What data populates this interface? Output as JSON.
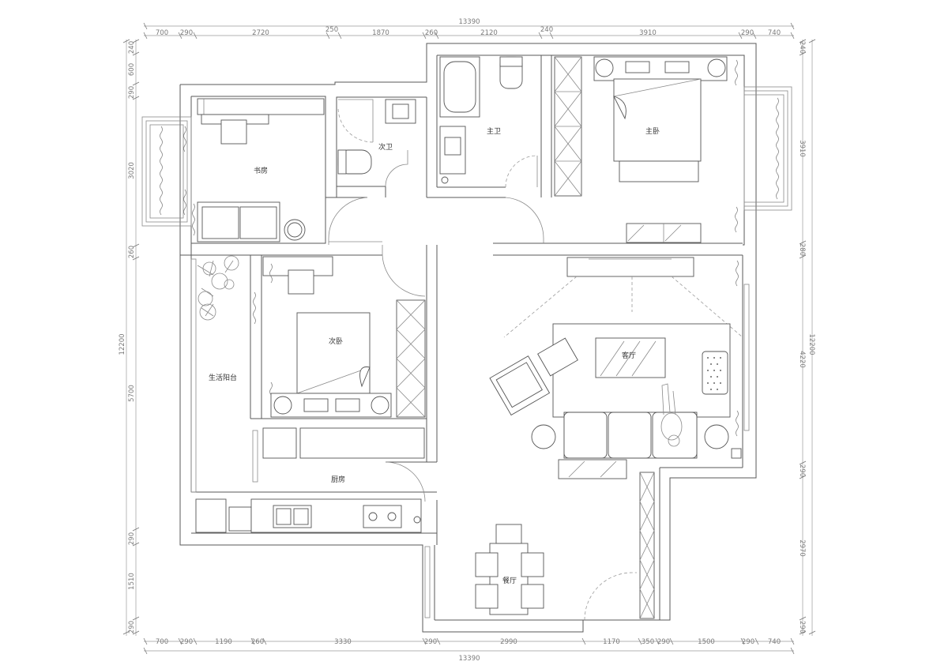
{
  "rooms": {
    "study": "书房",
    "second_bath": "次卫",
    "master_bath": "主卫",
    "master_bedroom": "主卧",
    "second_bedroom": "次卧",
    "utility_balcony": "生活阳台",
    "living_room": "客厅",
    "kitchen": "厨房",
    "dining_room": "餐厅"
  },
  "dimensions": {
    "total_width": "13390",
    "top": [
      "700",
      "290",
      "2720",
      "250",
      "1870",
      "260",
      "2120",
      "240",
      "3910",
      "290",
      "740"
    ],
    "bottom": [
      "700",
      "290",
      "1190",
      "260",
      "3330",
      "290",
      "2990",
      "1170",
      "350",
      "290",
      "1500",
      "290",
      "740"
    ],
    "total_height": "12200",
    "left_upper": [
      "240",
      "600",
      "290",
      "3020",
      "260"
    ],
    "left_mid": "5700",
    "left_lower": [
      "290",
      "1510",
      "290"
    ],
    "right_upper": [
      "240",
      "3910",
      "280"
    ],
    "right_mid": "4220",
    "right_lower": [
      "290",
      "2970",
      "290"
    ]
  }
}
